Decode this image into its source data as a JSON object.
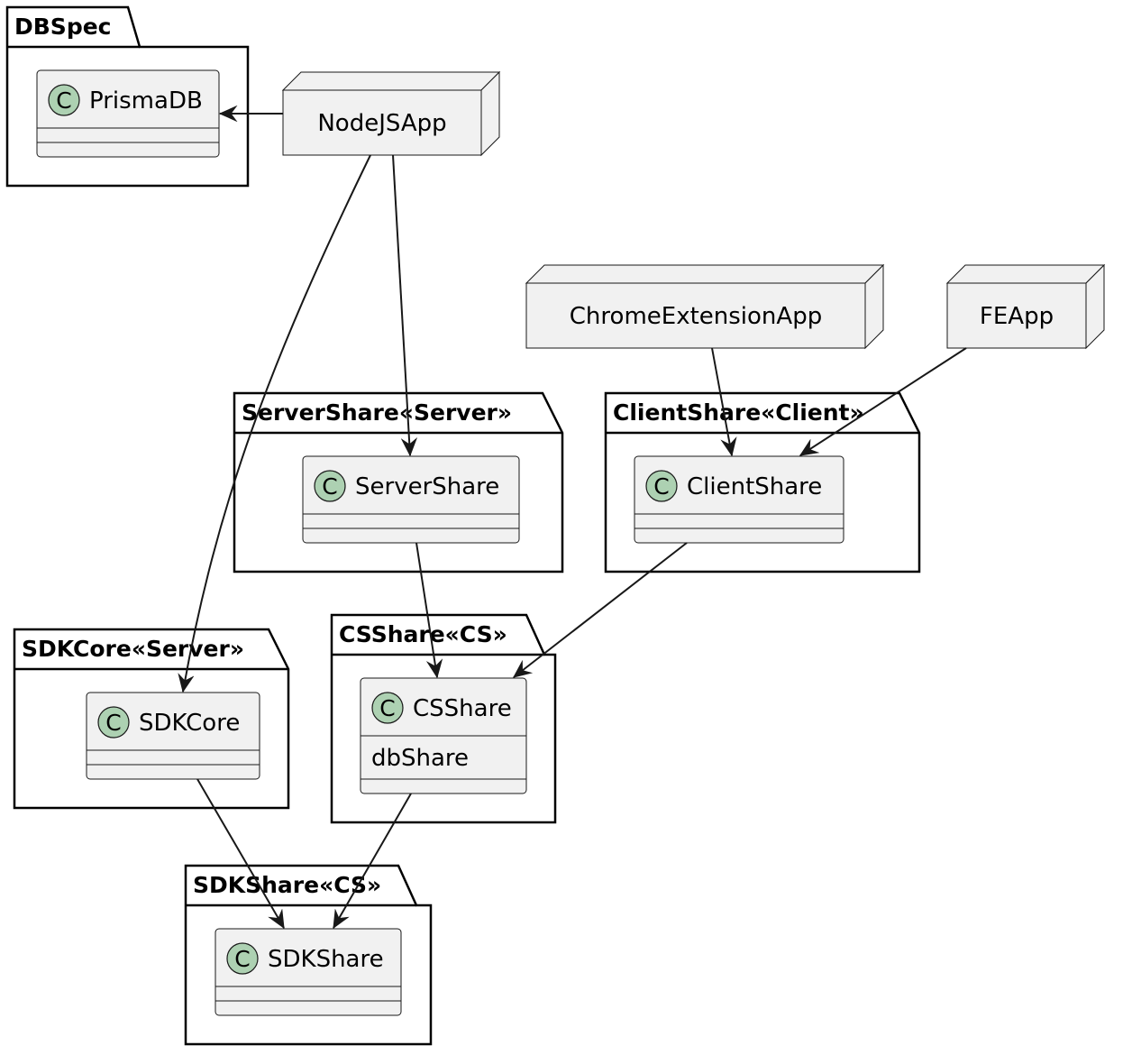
{
  "colors": {
    "class_fill": "#f1f1f1",
    "class_badge": "#add1b2",
    "stroke": "#181818",
    "package_stroke": "#000000",
    "background": "#ffffff"
  },
  "icons": {
    "class_badge": "class-c-badge-icon"
  },
  "packages": {
    "dbspec": "DBSpec",
    "server_share": "ServerShare«Server»",
    "client_share": "ClientShare«Client»",
    "sdk_core": "SDKCore«Server»",
    "cs_share": "CSShare«CS»",
    "sdk_share": "SDKShare«CS»"
  },
  "classes": {
    "prisma_db": {
      "name": "PrismaDB",
      "badge": "C"
    },
    "server_share": {
      "name": "ServerShare",
      "badge": "C"
    },
    "client_share": {
      "name": "ClientShare",
      "badge": "C"
    },
    "sdk_core": {
      "name": "SDKCore",
      "badge": "C"
    },
    "cs_share": {
      "name": "CSShare",
      "badge": "C",
      "attribute": "dbShare"
    },
    "sdk_share": {
      "name": "SDKShare",
      "badge": "C"
    }
  },
  "nodes": {
    "nodejs_app": "NodeJSApp",
    "chrome_extension_app": "ChromeExtensionApp",
    "fe_app": "FEApp"
  },
  "edges": [
    {
      "from": "NodeJSApp",
      "to": "PrismaDB"
    },
    {
      "from": "NodeJSApp",
      "to": "ServerShare"
    },
    {
      "from": "NodeJSApp",
      "to": "SDKCore"
    },
    {
      "from": "ChromeExtensionApp",
      "to": "ClientShare"
    },
    {
      "from": "FEApp",
      "to": "ClientShare"
    },
    {
      "from": "ServerShare",
      "to": "CSShare"
    },
    {
      "from": "ClientShare",
      "to": "CSShare"
    },
    {
      "from": "SDKCore",
      "to": "SDKShare"
    },
    {
      "from": "CSShare",
      "to": "SDKShare"
    }
  ]
}
